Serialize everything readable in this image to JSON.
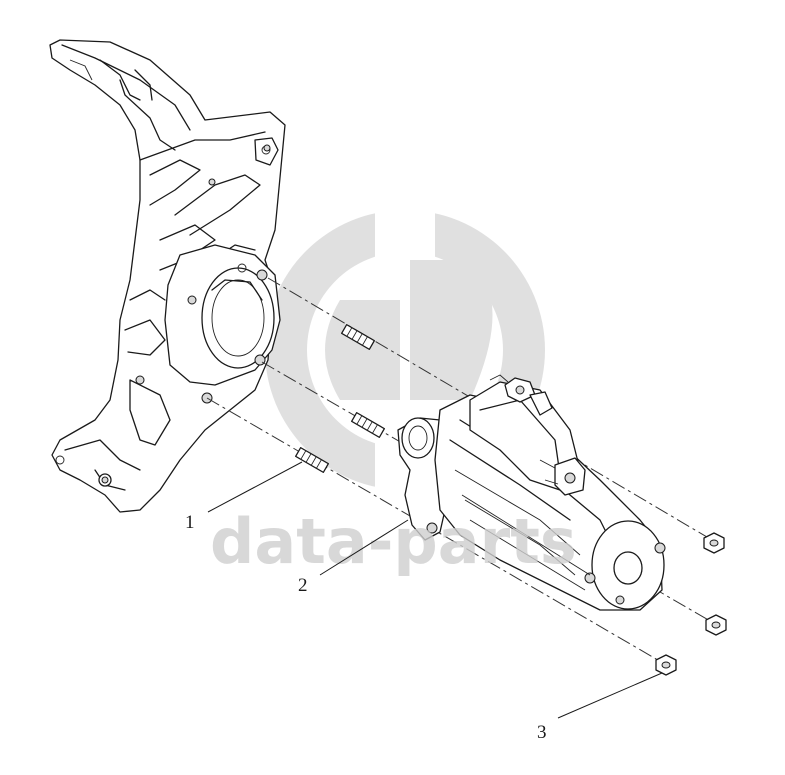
{
  "callouts": [
    {
      "label": "1"
    },
    {
      "label": "2"
    },
    {
      "label": "3"
    }
  ],
  "watermark": {
    "text": "data-parts",
    "logo_icon": "gp-logo-icon",
    "color": "#cfcfcf"
  }
}
